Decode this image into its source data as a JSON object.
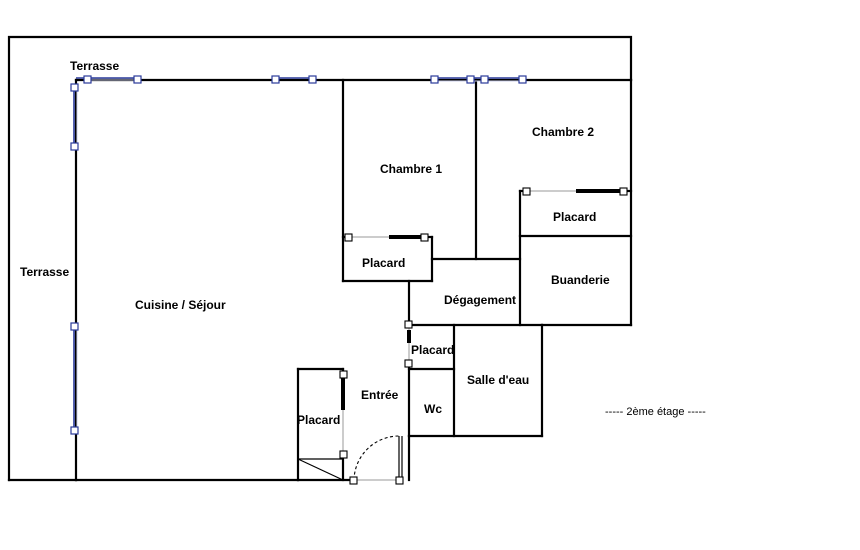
{
  "labels": {
    "terrasse_top": "Terrasse",
    "terrasse_left": "Terrasse",
    "cuisine_sejour": "Cuisine / Séjour",
    "chambre_1": "Chambre 1",
    "chambre_2": "Chambre 2",
    "placard_chambre_2": "Placard",
    "placard_chambre_1": "Placard",
    "buanderie": "Buanderie",
    "degagement": "Dégagement",
    "placard_degagement": "Placard",
    "salle_d_eau": "Salle d'eau",
    "wc": "Wc",
    "entree": "Entrée",
    "placard_entree": "Placard"
  },
  "floor_label": "-----  2ème étage  -----"
}
